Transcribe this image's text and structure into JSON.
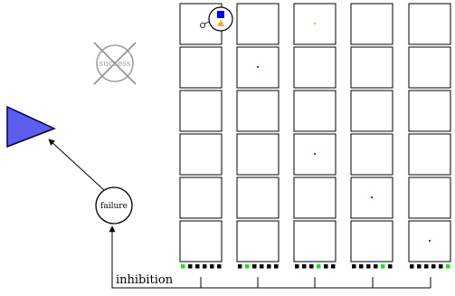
{
  "labels": {
    "success": "success",
    "failure": "failure",
    "inhibition": "inhibition"
  },
  "colors": {
    "triangle_fill": "#5d5df0",
    "triangle_stroke": "#000044",
    "grid_stroke": "#000000",
    "success_gray": "#a0a0a0",
    "dot_active": "#22dd22",
    "dot_idle": "#000000",
    "square_blue": "#0000ee",
    "triangle_orange": "#f5a623",
    "speck_blue": "#1a1aff",
    "speck_orange": "#f0a020"
  },
  "grid": {
    "columns": 5,
    "rows": 6
  },
  "cell_marks": [
    {
      "col": 0,
      "row": 0,
      "type": "probe"
    },
    {
      "col": 2,
      "row": 0,
      "type": "speck-orange"
    },
    {
      "col": 1,
      "row": 1,
      "type": "speck-blue"
    },
    {
      "col": 2,
      "row": 3,
      "type": "speck-blue"
    },
    {
      "col": 3,
      "row": 4,
      "type": "speck-blue"
    },
    {
      "col": 4,
      "row": 5,
      "type": "speck-blue"
    }
  ],
  "indicators": [
    {
      "active_index": 0
    },
    {
      "active_index": 1
    },
    {
      "active_index": 3
    },
    {
      "active_index": 4
    },
    {
      "active_index": 5
    }
  ],
  "icons": {
    "big_triangle": "blue-triangle-icon",
    "success_node": "success-crossed-circle-icon",
    "failure_node": "failure-circle-icon",
    "probe": "square-triangle-probe-icon"
  }
}
